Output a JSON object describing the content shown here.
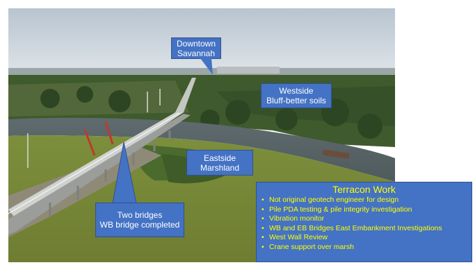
{
  "callouts": {
    "downtown": [
      "Downtown",
      "Savannah"
    ],
    "westside": [
      "Westside",
      "Bluff-better soils"
    ],
    "eastside": [
      "Eastside",
      "Marshland"
    ],
    "bridges": [
      "Two bridges",
      "WB bridge completed"
    ]
  },
  "terracon": {
    "title": "Terracon Work",
    "bullet_glyph": "•",
    "items": [
      "Not original geotech engineer for design",
      "Pile PDA testing & pile integrity investigation",
      "Vibration monitor",
      "WB and EB Bridges East Embankment Investigations",
      "West Wall Review",
      "Crane support over marsh"
    ]
  },
  "colors": {
    "callout_fill": "#4472c4",
    "callout_border": "#2f528f",
    "callout_text": "#ffffff",
    "panel_text": "#ffff00"
  }
}
